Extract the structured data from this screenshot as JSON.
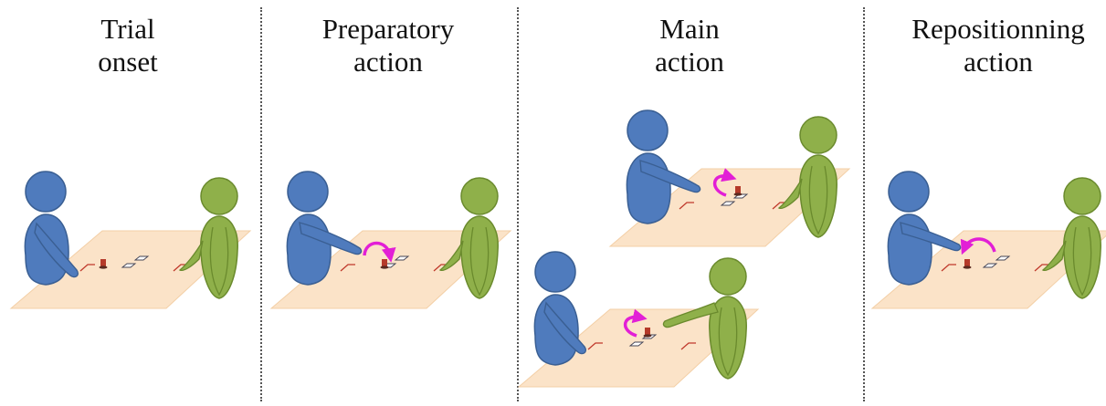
{
  "panels": [
    {
      "title_line1": "Trial",
      "title_line2": "onset"
    },
    {
      "title_line1": "Preparatory",
      "title_line2": "action"
    },
    {
      "title_line1": "Main",
      "title_line2": "action"
    },
    {
      "title_line1": "Repositionning",
      "title_line2": "action"
    }
  ],
  "colors": {
    "blue_person": "#4f7bbd",
    "blue_outline": "#3a5f93",
    "green_person": "#8fb04a",
    "green_outline": "#6a8a2d",
    "table": "#fbe3c8",
    "table_edge": "#f0c99a",
    "arrow": "#e21fd6",
    "object": "#b53a2a",
    "marker": "#c0392b"
  }
}
